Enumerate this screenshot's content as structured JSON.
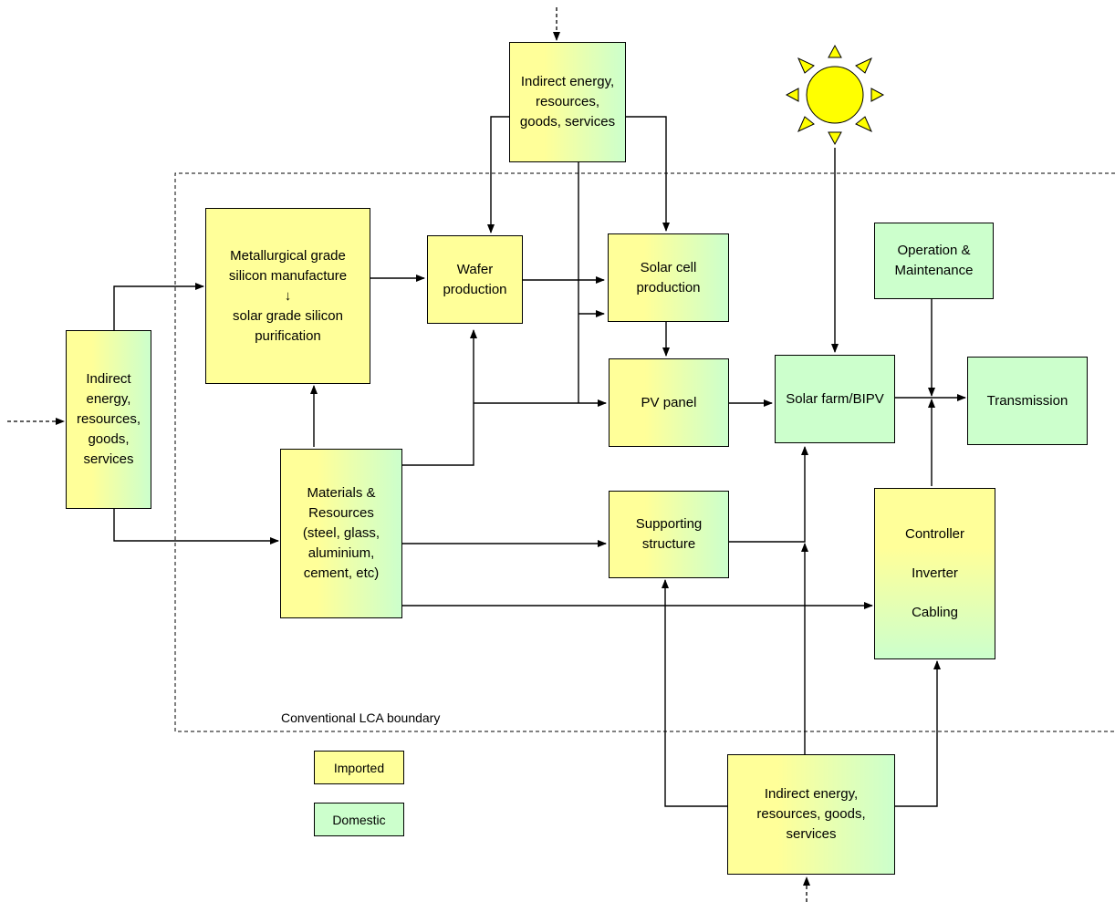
{
  "boxes": {
    "indirect_top": [
      "Indirect energy,",
      "resources,",
      "goods, services"
    ],
    "indirect_left": [
      "Indirect",
      "energy,",
      "resources,",
      "goods,",
      "services"
    ],
    "indirect_bottom": [
      "Indirect energy,",
      "resources, goods,",
      "services"
    ],
    "mg_silicon": [
      "Metallurgical grade",
      "silicon manufacture",
      "↓",
      "solar grade silicon",
      "purification"
    ],
    "wafer": [
      "Wafer",
      "production"
    ],
    "solar_cell": [
      "Solar cell",
      "production"
    ],
    "pv_panel": "PV panel",
    "solar_farm": "Solar farm/BIPV",
    "operation": [
      "Operation &",
      "Maintenance"
    ],
    "transmission": "Transmission",
    "materials": [
      "Materials &",
      "Resources",
      "(steel, glass,",
      "aluminium,",
      "cement, etc)"
    ],
    "supporting": [
      "Supporting",
      "structure"
    ],
    "controller": [
      "Controller",
      "Inverter",
      "Cabling"
    ]
  },
  "boundary_label": "Conventional LCA boundary",
  "legend": {
    "imported": "Imported",
    "domestic": "Domestic"
  },
  "colors": {
    "imported": "#ffff99",
    "domestic": "#ccffcc",
    "sun": "#ffff00"
  }
}
